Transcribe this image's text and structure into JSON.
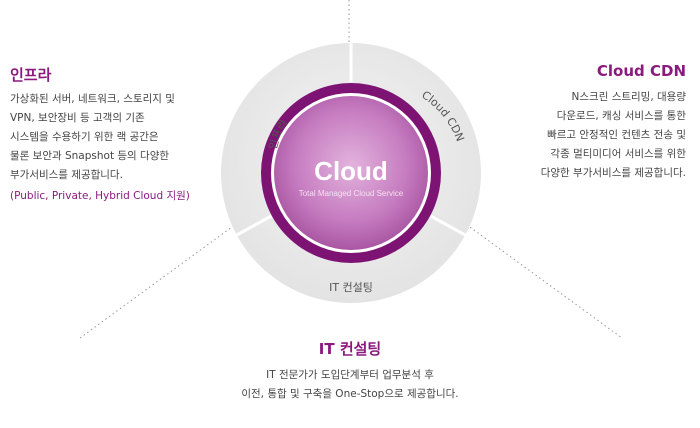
{
  "center": {
    "title": "Cloud",
    "subtitle": "Total Managed Cloud Service"
  },
  "ring_labels": {
    "infra": "인프라",
    "cdn": "Cloud CDN",
    "it": "IT 컨설팅"
  },
  "infra": {
    "title": "인프라",
    "lines": [
      "가상화된 서버, 네트워크, 스토리지 및",
      "VPN, 보안장비 등 고객의 기존",
      "시스템을 수용하기 위한 랙 공간은",
      "물론 보안과 Snapshot 등의 다양한",
      "부가서비스를 제공합니다."
    ],
    "note": "(Public, Private, Hybrid Cloud  지원)"
  },
  "cdn": {
    "title": "Cloud CDN",
    "lines": [
      "N스크린 스트리밍, 대용량",
      "다운로드, 캐싱 서비스를 통한",
      "빠르고 안정적인 컨텐츠 전송 및",
      "각종 멀티미디어 서비스를 위한",
      "다양한 부가서비스를 제공합니다."
    ]
  },
  "it": {
    "title": "IT 컨설팅",
    "lines": [
      "IT 전문가가 도입단계부터 업무분석 후",
      "이전, 통합 및 구축을 One-Stop으로 제공합니다."
    ]
  },
  "colors": {
    "accent": "#8a1a7e",
    "ring": "#e6e6e6",
    "core_ring": "#7d1473",
    "core_inner": "#c97cc3"
  }
}
